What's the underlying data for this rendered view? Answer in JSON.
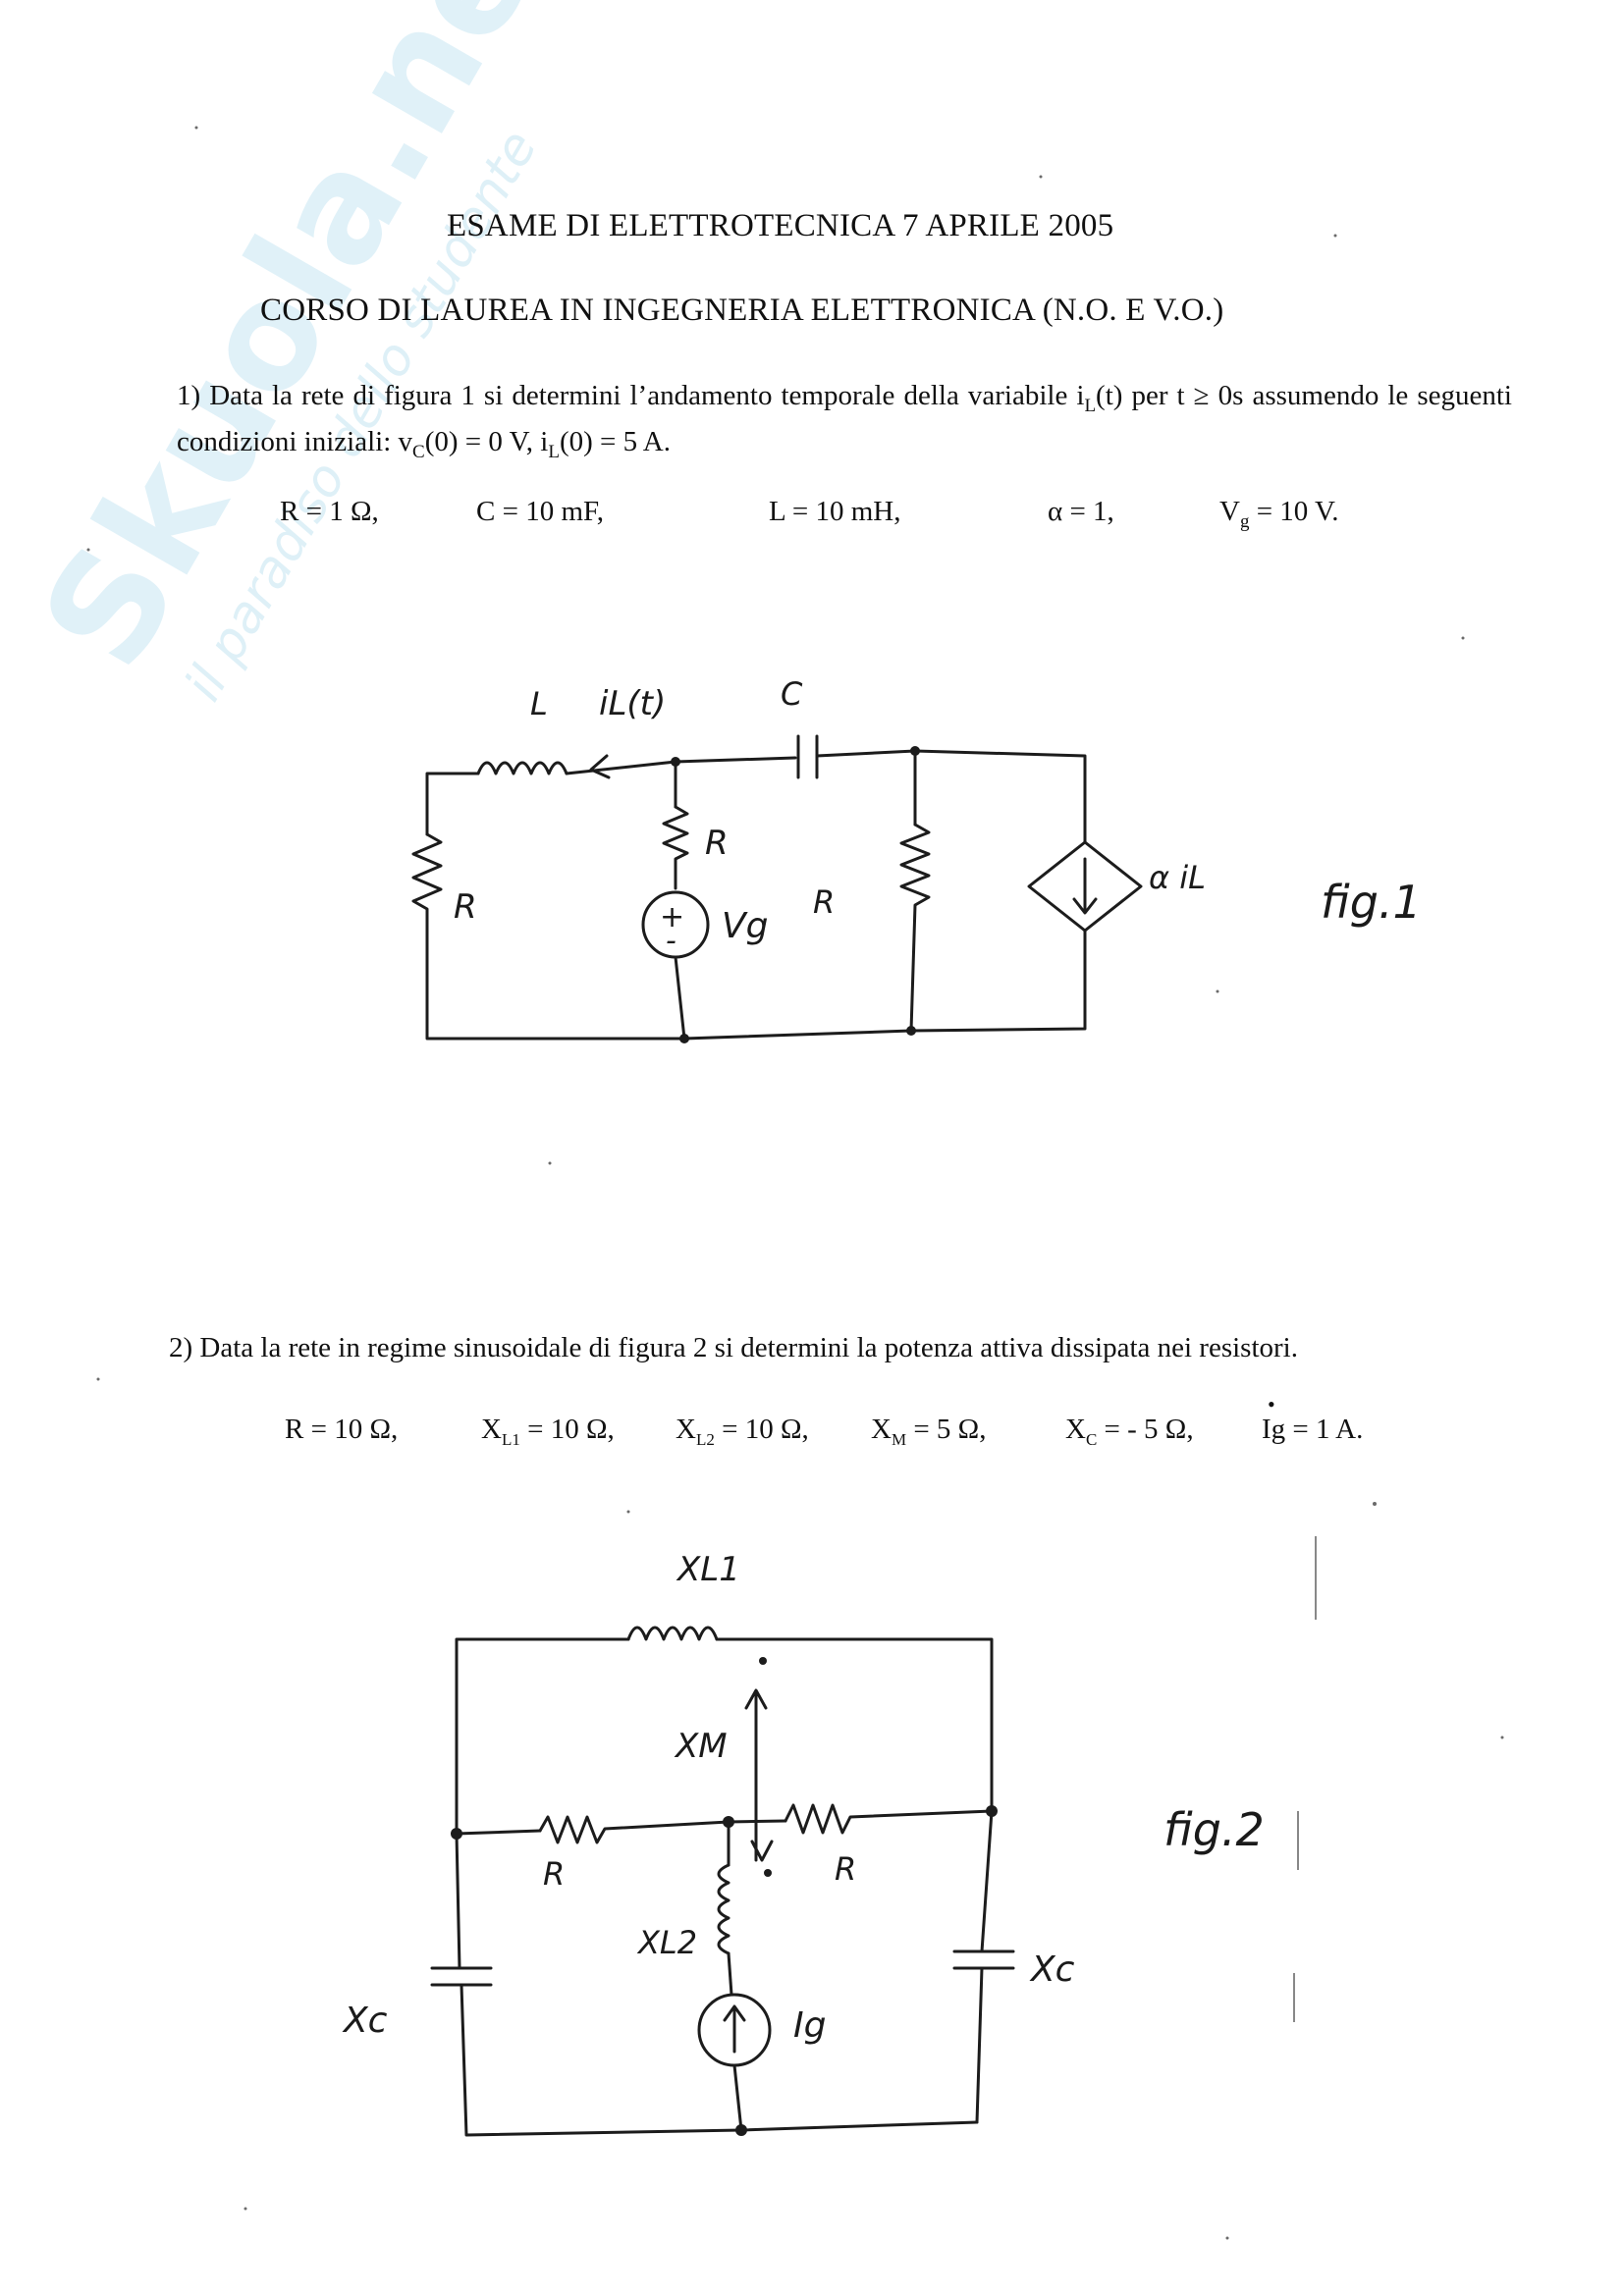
{
  "watermark": {
    "brand": "Skuola.net",
    "tagline": "il paradiso dello studente"
  },
  "header": {
    "title": "ESAME DI ELETTROTECNICA 7 APRILE 2005",
    "subtitle": "CORSO DI LAUREA IN INGEGNERIA ELETTRONICA  (N.O. E  V.O.)"
  },
  "problem1": {
    "text_a": "1) Data la rete di figura 1 si determini l’andamento temporale della variabile i",
    "text_a_sub": "L",
    "text_b": "(t) per t ≥ 0s assumendo le seguenti condizioni iniziali: v",
    "text_b_sub": "C",
    "text_c": "(0) = 0 V,  i",
    "text_c_sub": "L",
    "text_d": "(0) = 5 A.",
    "params": {
      "R": "R = 1 Ω,",
      "C": "C = 10 mF,",
      "L": "L = 10 mH,",
      "alpha": "α = 1,",
      "Vg_main": "V",
      "Vg_sub": "g",
      "Vg_rest": " = 10 V."
    },
    "figure": {
      "label_L": "L",
      "label_iL": "iL(t)",
      "label_C": "C",
      "label_R_left": "R",
      "label_R_mid": "R",
      "label_R_right": "R",
      "label_Vg": "Vg",
      "label_alpha": "α iL",
      "caption": "fig.1"
    }
  },
  "problem2": {
    "text": "2) Data la rete in regime sinusoidale di figura 2 si determini la potenza attiva dissipata nei resistori.",
    "params": {
      "R": "R = 10 Ω,",
      "XL1_main": "X",
      "XL1_sub": "L1",
      "XL1_rest": " = 10 Ω,",
      "XL2_main": "X",
      "XL2_sub": "L2",
      "XL2_rest": " = 10 Ω,",
      "XM_main": "X",
      "XM_sub": "M",
      "XM_rest": " = 5 Ω,",
      "XC_main": "X",
      "XC_sub": "C",
      "XC_rest": " = - 5 Ω,",
      "Ig_main": "Ig",
      "Ig_rest": " = 1 A."
    },
    "figure": {
      "label_XL1": "XL1",
      "label_XM": "XM",
      "label_R_left": "R",
      "label_R_right": "R",
      "label_XL2": "XL2",
      "label_Xc_left": "Xc",
      "label_Xc_right": "Xc",
      "label_Ig": "Ig",
      "caption": "fig.2"
    }
  }
}
